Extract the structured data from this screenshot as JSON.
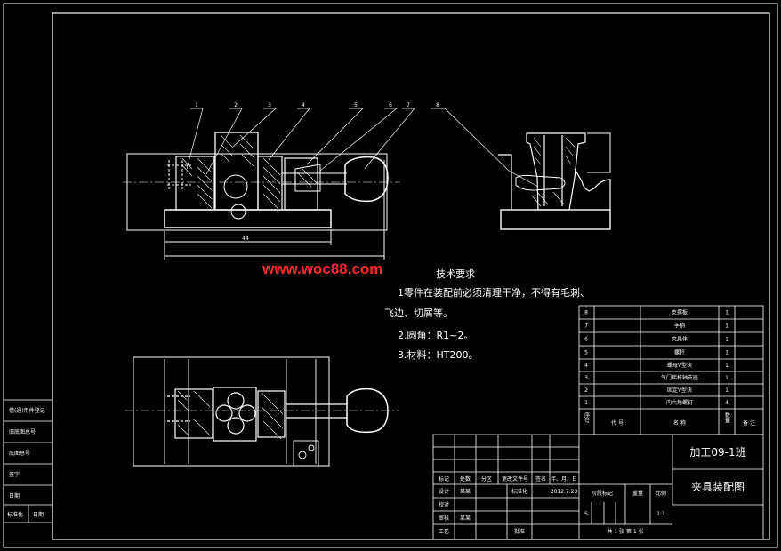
{
  "watermark": "www.woc88.com",
  "tech_requirements": {
    "title": "技术要求",
    "line1a": "1零件在装配前必须清理干净，不得有毛刺、",
    "line1b": "飞边、切屑等。",
    "line2": "2.圆角：R1~2。",
    "line3": "3.材料：HT200。"
  },
  "balloons": [
    "1",
    "2",
    "3",
    "4",
    "5",
    "6",
    "7",
    "8"
  ],
  "dimension_label": "44",
  "bom": {
    "rows": [
      {
        "no": "8",
        "name": "支撑板",
        "qty": "1"
      },
      {
        "no": "7",
        "name": "手柄",
        "qty": "1"
      },
      {
        "no": "6",
        "name": "夹具体",
        "qty": "1"
      },
      {
        "no": "5",
        "name": "螺杆",
        "qty": "1"
      },
      {
        "no": "4",
        "name": "螺母V型块",
        "qty": "1"
      },
      {
        "no": "3",
        "name": "气门摇杆轴支座",
        "qty": "1"
      },
      {
        "no": "2",
        "name": "固定V型块",
        "qty": "1"
      },
      {
        "no": "1",
        "name": "内六角螺钉",
        "qty": "4"
      }
    ],
    "header": {
      "no": "序号",
      "code": "代 号",
      "name": "名 称",
      "qty": "数量",
      "note": "备 注"
    }
  },
  "title_block": {
    "class_name": "加工09-1班",
    "drawing_title": "夹具装配图",
    "h_mark": "标记",
    "h_count": "处数",
    "h_zone": "分区",
    "h_docno": "更改文件号",
    "h_sign": "签名",
    "h_date": "年、月、日",
    "design": "设计",
    "designer": "某某",
    "standardize": "标准化",
    "date_value": "2012.7.23",
    "proofread": "校对",
    "review": "审核",
    "reviewer": "某某",
    "process": "工艺",
    "approve": "批准",
    "stage_mark": "阶段标记",
    "weight": "重量",
    "scale": "比例",
    "scale_value": "1:1",
    "stage_s": "S",
    "sheets": "共 1 张    第 1 张"
  },
  "side_block": {
    "cells": [
      "借(通)用件登记",
      "旧底图总号",
      "底图总号",
      "签字",
      "日期",
      "标准化",
      "日期"
    ]
  }
}
